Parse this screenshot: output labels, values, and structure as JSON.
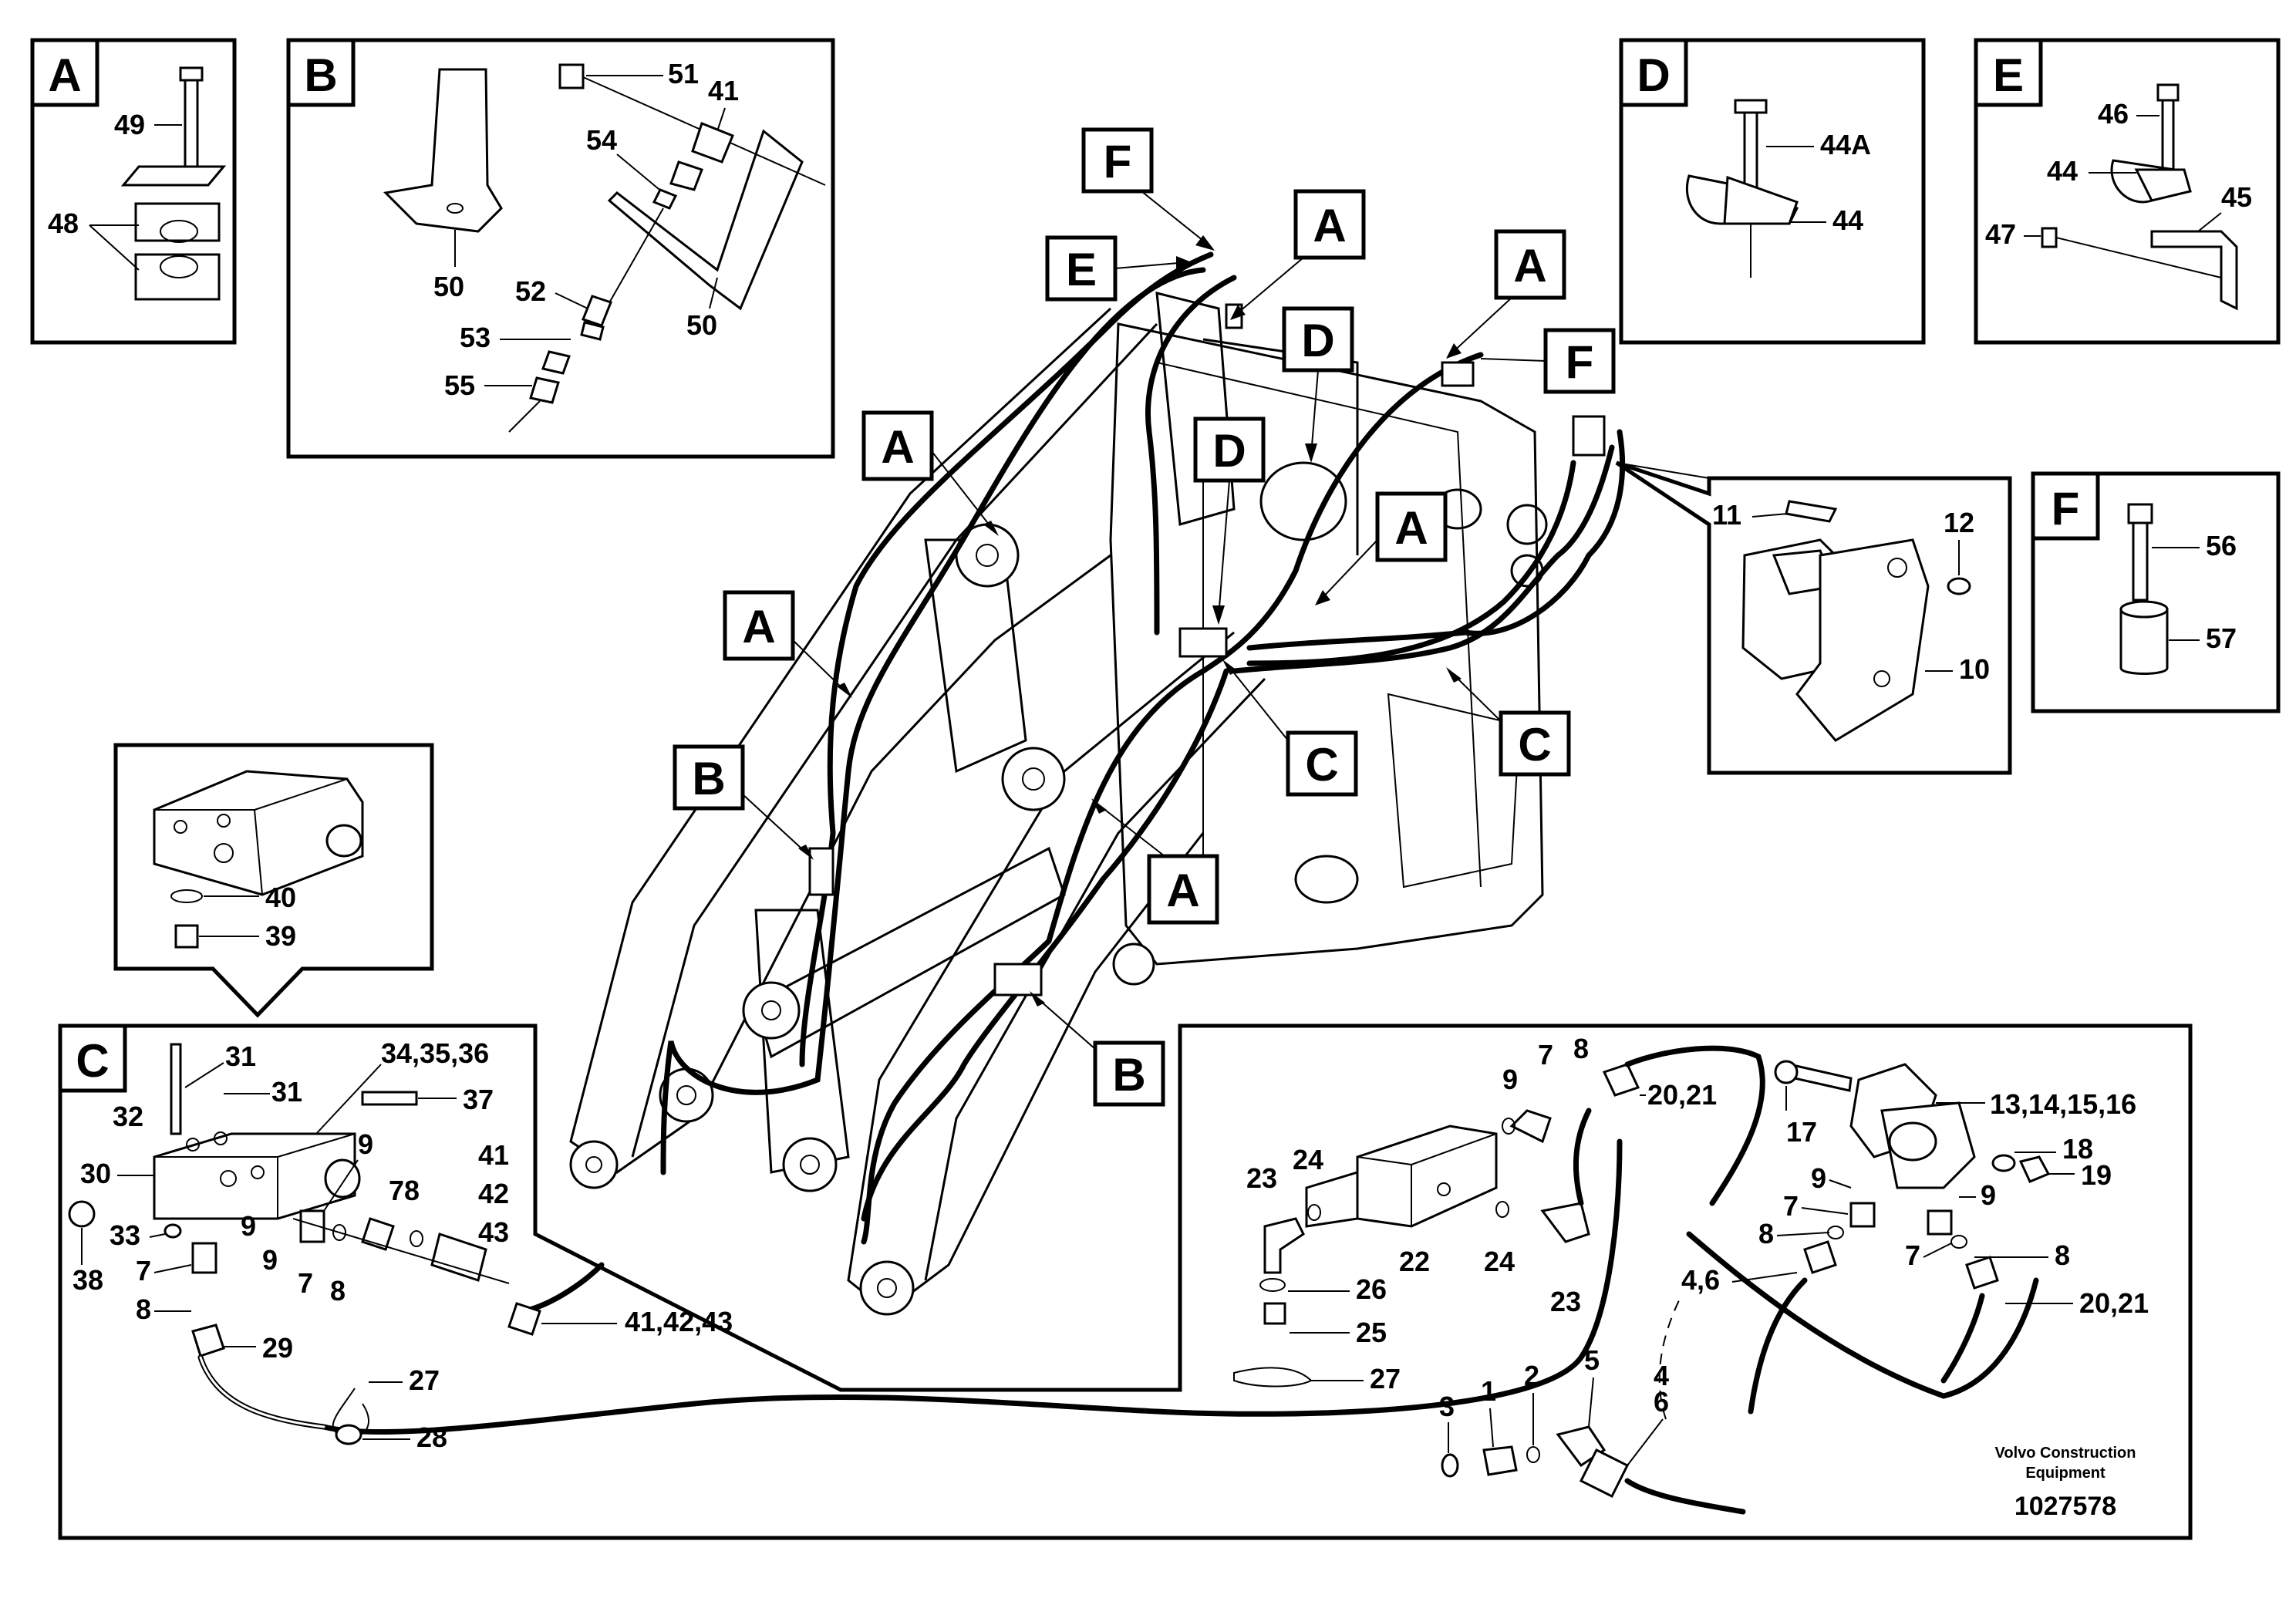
{
  "callouts": {
    "A": "A",
    "B": "B",
    "C": "C",
    "D": "D",
    "E": "E",
    "F": "F"
  },
  "detail_A": {
    "n49": "49",
    "n48": "48"
  },
  "detail_B": {
    "n51": "51",
    "n41": "41",
    "n54": "54",
    "n52": "52",
    "n53": "53",
    "n55": "55",
    "n50a": "50",
    "n50b": "50"
  },
  "detail_D": {
    "n44A": "44A",
    "n44": "44"
  },
  "detail_E": {
    "n46": "46",
    "n44": "44",
    "n45": "45",
    "n47": "47"
  },
  "detail_F": {
    "n56": "56",
    "n57": "57"
  },
  "detail_valve": {
    "n11": "11",
    "n12": "12",
    "n10": "10"
  },
  "detail_plug": {
    "n40": "40",
    "n39": "39"
  },
  "detail_C": {
    "n32": "32",
    "n31a": "31",
    "n31b": "31",
    "n3436": "34,35,36",
    "n37": "37",
    "n30": "30",
    "n9a": "9",
    "n9b": "9",
    "n9c": "9",
    "n78": "78",
    "n41": "41",
    "n42": "42",
    "n43": "43",
    "n33": "33",
    "n7a": "7",
    "n8a": "8",
    "n7b": "7",
    "n8b": "8",
    "n38": "38",
    "n29": "29",
    "n27": "27",
    "n28": "28",
    "n414243": "41,42,43"
  },
  "detail_right": {
    "n7a": "7",
    "n8a": "8",
    "n9a": "9",
    "n2021a": "20,21",
    "n17": "17",
    "n13": "13,14,15,16",
    "n23a": "23",
    "n24a": "24",
    "n22": "22",
    "n24b": "24",
    "n23b": "23",
    "n18": "18",
    "n19": "19",
    "n9b": "9",
    "n9c": "9",
    "n7b": "7",
    "n8b": "8",
    "n7c": "7",
    "n8c": "8",
    "n46": "4,6",
    "n2021b": "20,21",
    "n26": "26",
    "n25": "25",
    "n27": "27",
    "n3": "3",
    "n1": "1",
    "n2": "2",
    "n5": "5",
    "n4": "4",
    "n6": "6"
  },
  "footer": {
    "maker_line1": "Volvo Construction",
    "maker_line2": "Equipment",
    "drawing_number": "1027578"
  }
}
